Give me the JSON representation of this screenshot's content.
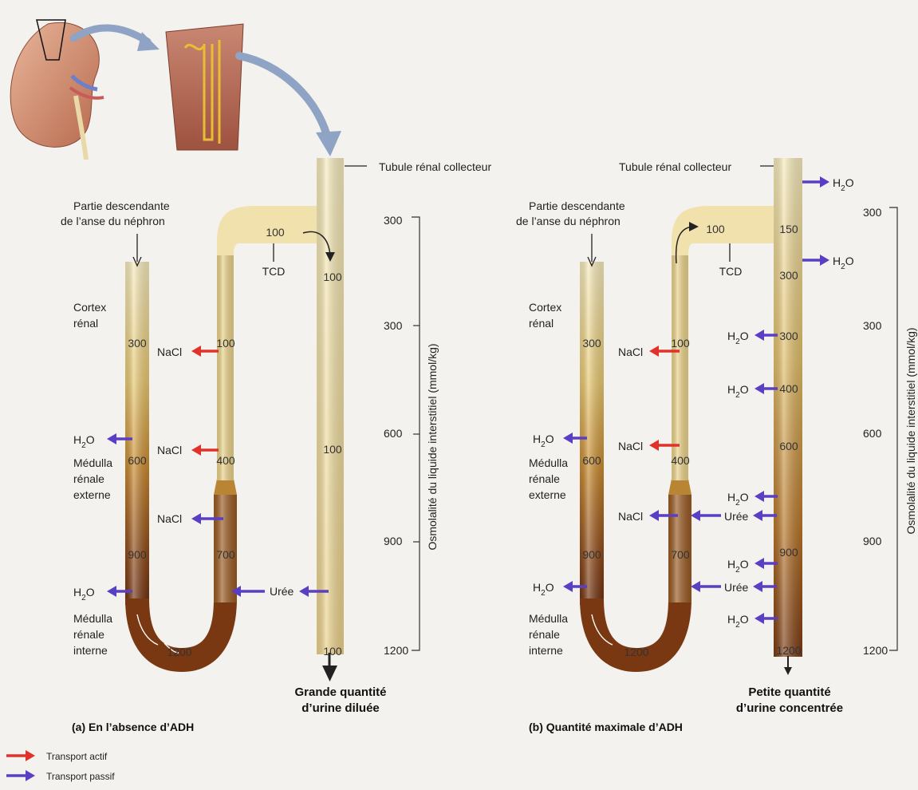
{
  "labels": {
    "tubule_collecteur": "Tubule rénal collecteur",
    "descendante_line1": "Partie descendante",
    "descendante_line2": "de l’anse du néphron",
    "cortex_line1": "Cortex",
    "cortex_line2": "rénal",
    "tcd": "TCD",
    "medulla_ext": [
      "Médulla",
      "rénale",
      "externe"
    ],
    "medulla_int": [
      "Médulla",
      "rénale",
      "interne"
    ],
    "nacl": "NaCl",
    "uree": "Urée",
    "h2o_main": "H",
    "h2o_sub": "2",
    "h2o_tail": "O"
  },
  "axis": {
    "title": "Osmolalité du liquide interstitiel (mmol/kg)",
    "ticks": [
      "300",
      "300",
      "600",
      "900",
      "1200"
    ]
  },
  "panel_a": {
    "caption": "(a) En l’absence d’ADH",
    "output_line1": "Grande quantité",
    "output_line2": "d’urine diluée",
    "descending_values": [
      "300",
      "600",
      "900"
    ],
    "bottom_value": "1200",
    "ascending_values": [
      "100",
      "400",
      "700"
    ],
    "tcd_value": "100",
    "collecting_values": [
      "100",
      "100",
      "100"
    ]
  },
  "panel_b": {
    "caption": "(b) Quantité maximale d’ADH",
    "output_line1": "Petite quantité",
    "output_line2": "d’urine concentrée",
    "descending_values": [
      "300",
      "600",
      "900"
    ],
    "bottom_value": "1200",
    "ascending_values": [
      "100",
      "400",
      "700"
    ],
    "tcd_value": "100",
    "collecting_values": [
      "150",
      "300",
      "300",
      "400",
      "600",
      "900",
      "1200"
    ]
  },
  "legend": {
    "active": "Transport actif",
    "passive": "Transport passif"
  },
  "colors": {
    "active": "#e0322a",
    "passive": "#5a3fc4",
    "tube_light": "#f3e2a8",
    "tube_dark": "#7a3a14"
  }
}
